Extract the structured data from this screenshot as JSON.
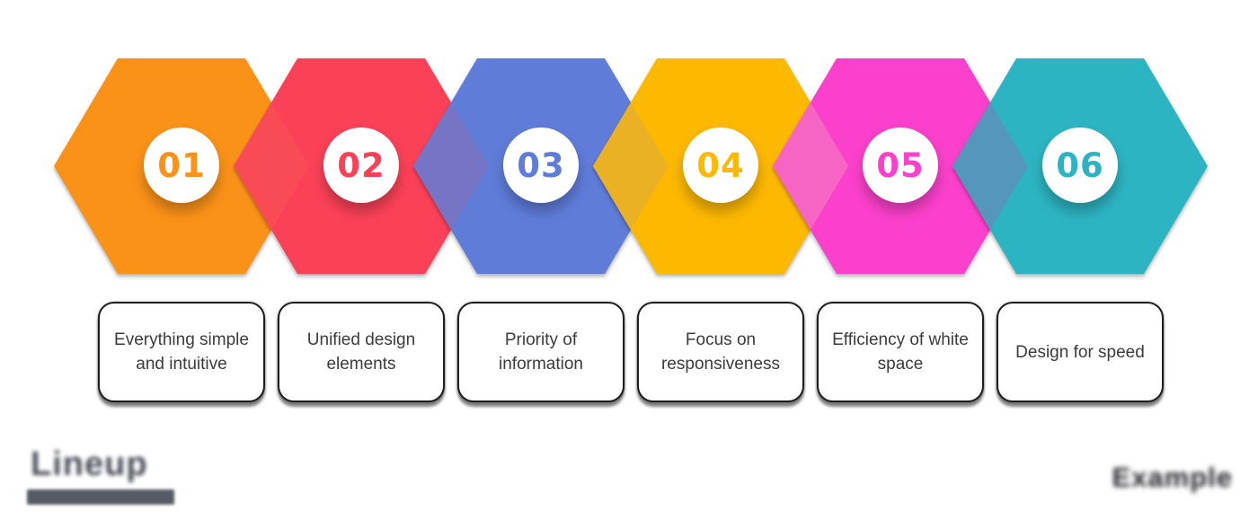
{
  "background": "#ffffff",
  "steps": [
    {
      "number": "01",
      "label": "Everything simple and intuitive",
      "color": "#FB9218"
    },
    {
      "number": "02",
      "label": "Unified design elements",
      "color": "#FB4158"
    },
    {
      "number": "03",
      "label": "Priority of information",
      "color": "#5F7CD9"
    },
    {
      "number": "04",
      "label": "Focus on responsiveness",
      "color": "#FDB800"
    },
    {
      "number": "05",
      "label": "Efficiency of white space",
      "color": "#FB40CB"
    },
    {
      "number": "06",
      "label": "Design for speed",
      "color": "#2DB4C2"
    }
  ],
  "overlaps": [
    {
      "between": "01-02",
      "color": "#F94B55"
    },
    {
      "between": "02-03",
      "color": "#7574C5"
    },
    {
      "between": "03-04",
      "color": "#EBB125"
    },
    {
      "between": "04-05",
      "color": "#F765C4"
    },
    {
      "between": "05-06",
      "color": "#5596BD"
    }
  ],
  "card_style": {
    "text_color": "#3b3b3b",
    "border_color": "#1e1e1e",
    "background": "#ffffff"
  },
  "footer": {
    "brand": "Lineup",
    "example": "Example"
  }
}
